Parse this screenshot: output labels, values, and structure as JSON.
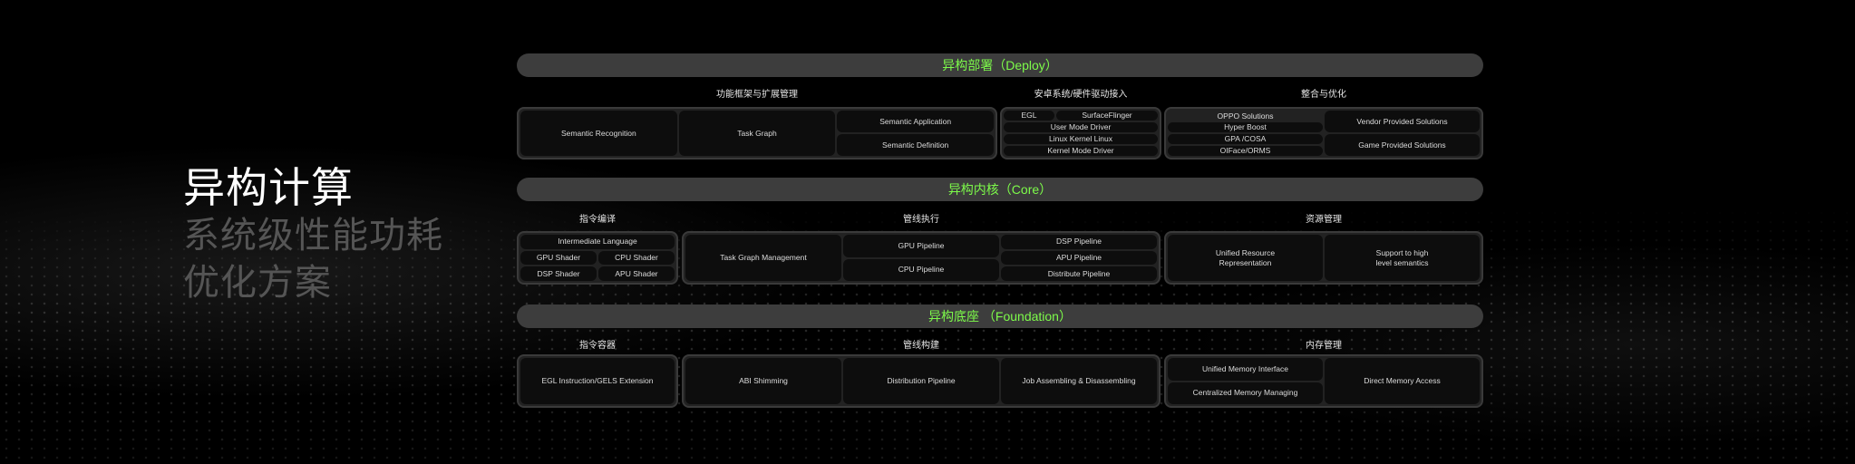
{
  "hero": {
    "title": "异构计算",
    "subtitle_line1": "系统级性能功耗",
    "subtitle_line2": "优化方案"
  },
  "deploy": {
    "title": "异构部署（Deploy）",
    "headers": [
      "功能框架与扩展管理",
      "安卓系统/硬件驱动接入",
      "整合与优化"
    ],
    "framework": [
      "Semantic Recognition",
      "Task Graph",
      "Semantic Application",
      "Semantic Definition"
    ],
    "android": [
      "EGL",
      "SurfaceFlinger",
      "User Mode Driver",
      "Linux Kernel Linux",
      "Kernel Mode Driver"
    ],
    "integration": {
      "oppo_label": "OPPO Solutions",
      "oppo": [
        "Hyper Boost",
        "GPA /COSA",
        "OIFace/ORMS"
      ],
      "right": [
        "Vendor Provided Solutions",
        "Game Provided Solutions"
      ]
    }
  },
  "core": {
    "title": "异构内核（Core）",
    "headers": [
      "指令编译",
      "管线执行",
      "资源管理"
    ],
    "compile": [
      "Intermediate Language",
      "GPU Shader",
      "CPU Shader",
      "DSP Shader",
      "APU Shader"
    ],
    "pipeline": [
      "Task Graph Management",
      "GPU Pipeline",
      "CPU Pipeline",
      "DSP Pipeline",
      "APU Pipeline",
      "Distribute Pipeline"
    ],
    "resource": [
      "Unified Resource\nRepresentation",
      "Support to high\nlevel semantics"
    ]
  },
  "foundation": {
    "title": "异构底座 （Foundation）",
    "headers": [
      "指令容器",
      "管线构建",
      "内存管理"
    ],
    "container": [
      "EGL Instruction/GELS Extension"
    ],
    "build": [
      "ABI Shimming",
      "Distribution Pipeline",
      "Job Assembling & Disassembling"
    ],
    "memory": [
      "Unified Memory Interface",
      "Centralized Memory Managing",
      "Direct Memory Access"
    ]
  }
}
